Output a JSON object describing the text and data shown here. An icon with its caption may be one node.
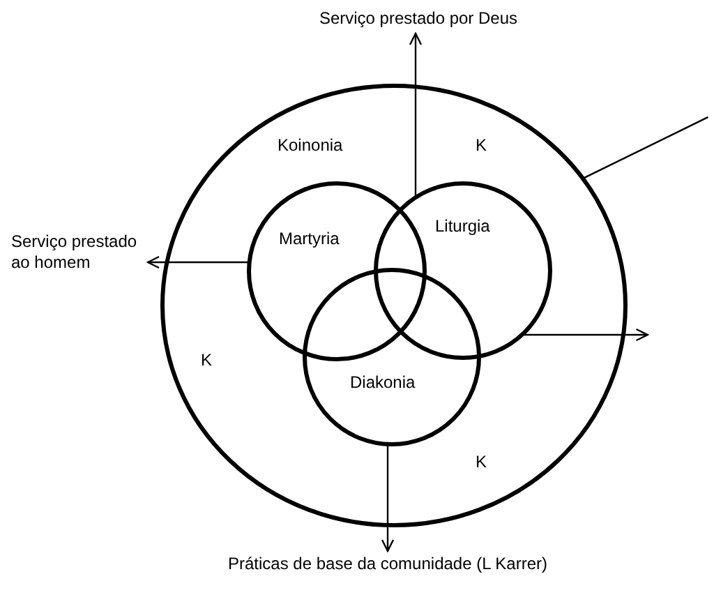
{
  "diagram": {
    "nodes": [
      {
        "text": [
          "Koinonia",
          "K",
          "K",
          "K"
        ]
      },
      {
        "text": [
          "Martyria"
        ],
        "in": 0
      },
      {
        "text": [
          "Liturgia"
        ],
        "in": 0
      },
      {
        "text": [
          "Diakonia"
        ],
        "in": 0
      },
      {
        "text": [
          "Serviço prestado por Deus"
        ]
      },
      {
        "text": [
          "Serviço prestado ao homem"
        ]
      },
      {
        "text": [
          "Práticas de base da comunidade (L Karrer)"
        ]
      }
    ],
    "edges": [
      {
        "from": 2,
        "to": 4,
        "arrow": "to"
      },
      {
        "from": 1,
        "to": 5,
        "arrow": "to"
      },
      {
        "from": 2,
        "to": null,
        "arrow": "to"
      },
      {
        "from": 3,
        "to": 6,
        "arrow": "to"
      },
      {
        "from": 0,
        "to": null,
        "arrow": "none"
      }
    ]
  }
}
